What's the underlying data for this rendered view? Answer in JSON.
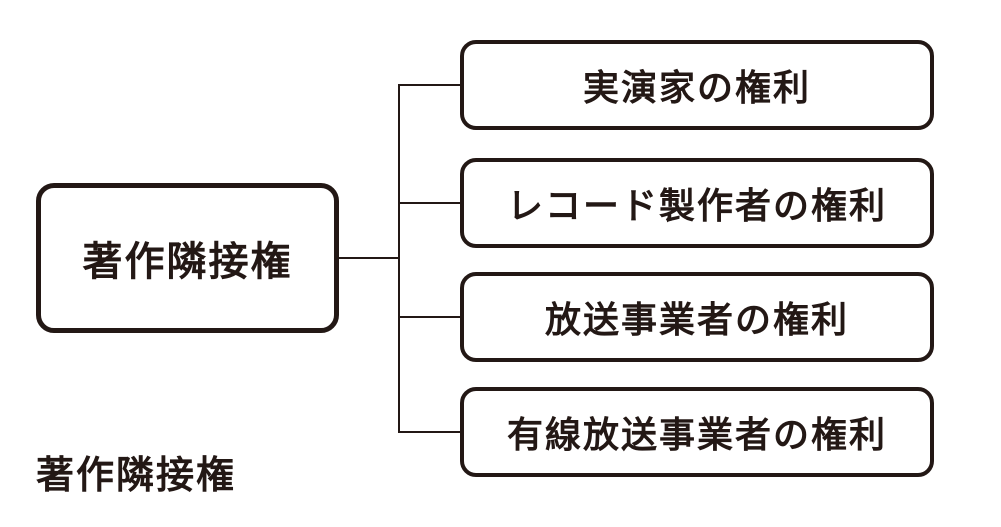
{
  "diagram": {
    "root_label": "著作隣接権",
    "children": [
      {
        "label": "実演家の権利"
      },
      {
        "label": "レコード製作者の権利"
      },
      {
        "label": "放送事業者の権利"
      },
      {
        "label": "有線放送事業者の権利"
      }
    ],
    "caption": "著作隣接権",
    "colors": {
      "ink": "#231815",
      "background": "#ffffff"
    }
  }
}
